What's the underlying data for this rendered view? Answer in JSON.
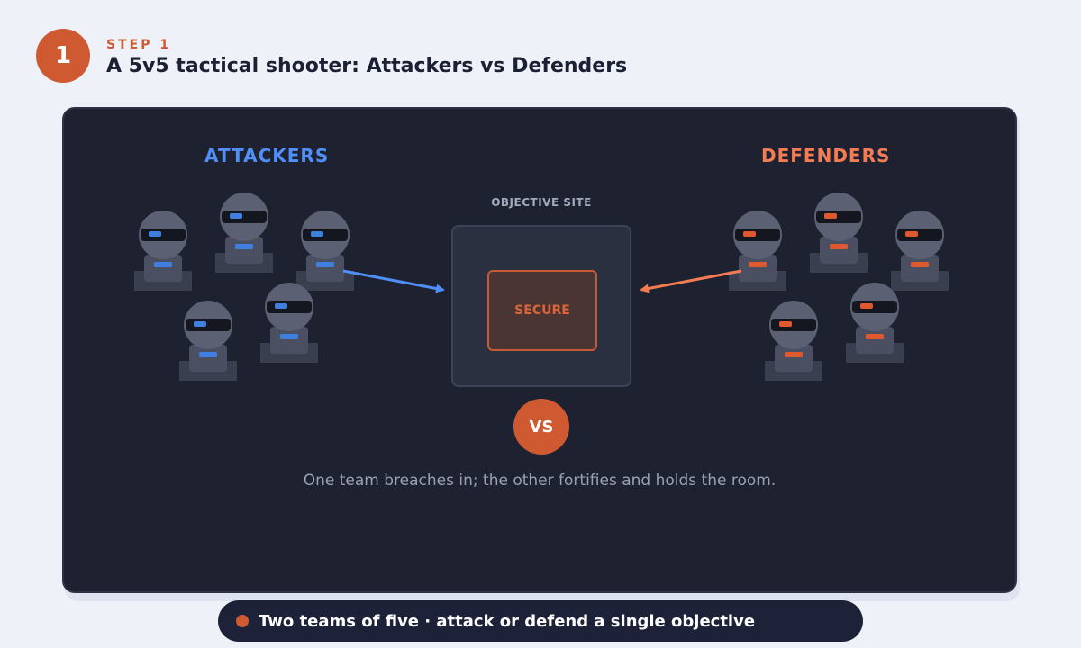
{
  "header": {
    "step_number": "1",
    "step_label": "STEP 1",
    "title": "A 5v5 tactical shooter: Attackers vs Defenders"
  },
  "scene": {
    "attackers": {
      "title": "ATTACKERS",
      "color": "#4f8ff7",
      "player_count": 5,
      "icon": "soldier-icon"
    },
    "defenders": {
      "title": "DEFENDERS",
      "color": "#f47c52",
      "player_count": 5,
      "icon": "soldier-icon"
    },
    "objective": {
      "label": "OBJECTIVE SITE",
      "zone_label": "SECURE"
    },
    "vs_label": "VS",
    "caption": "One team breaches in; the other fortifies and holds the room."
  },
  "footer": {
    "text": "Two teams of five · attack or defend a single objective"
  },
  "colors": {
    "accent": "#cf5a32",
    "panel_bg": "#1d2130",
    "page_bg": "#eef1f8"
  }
}
